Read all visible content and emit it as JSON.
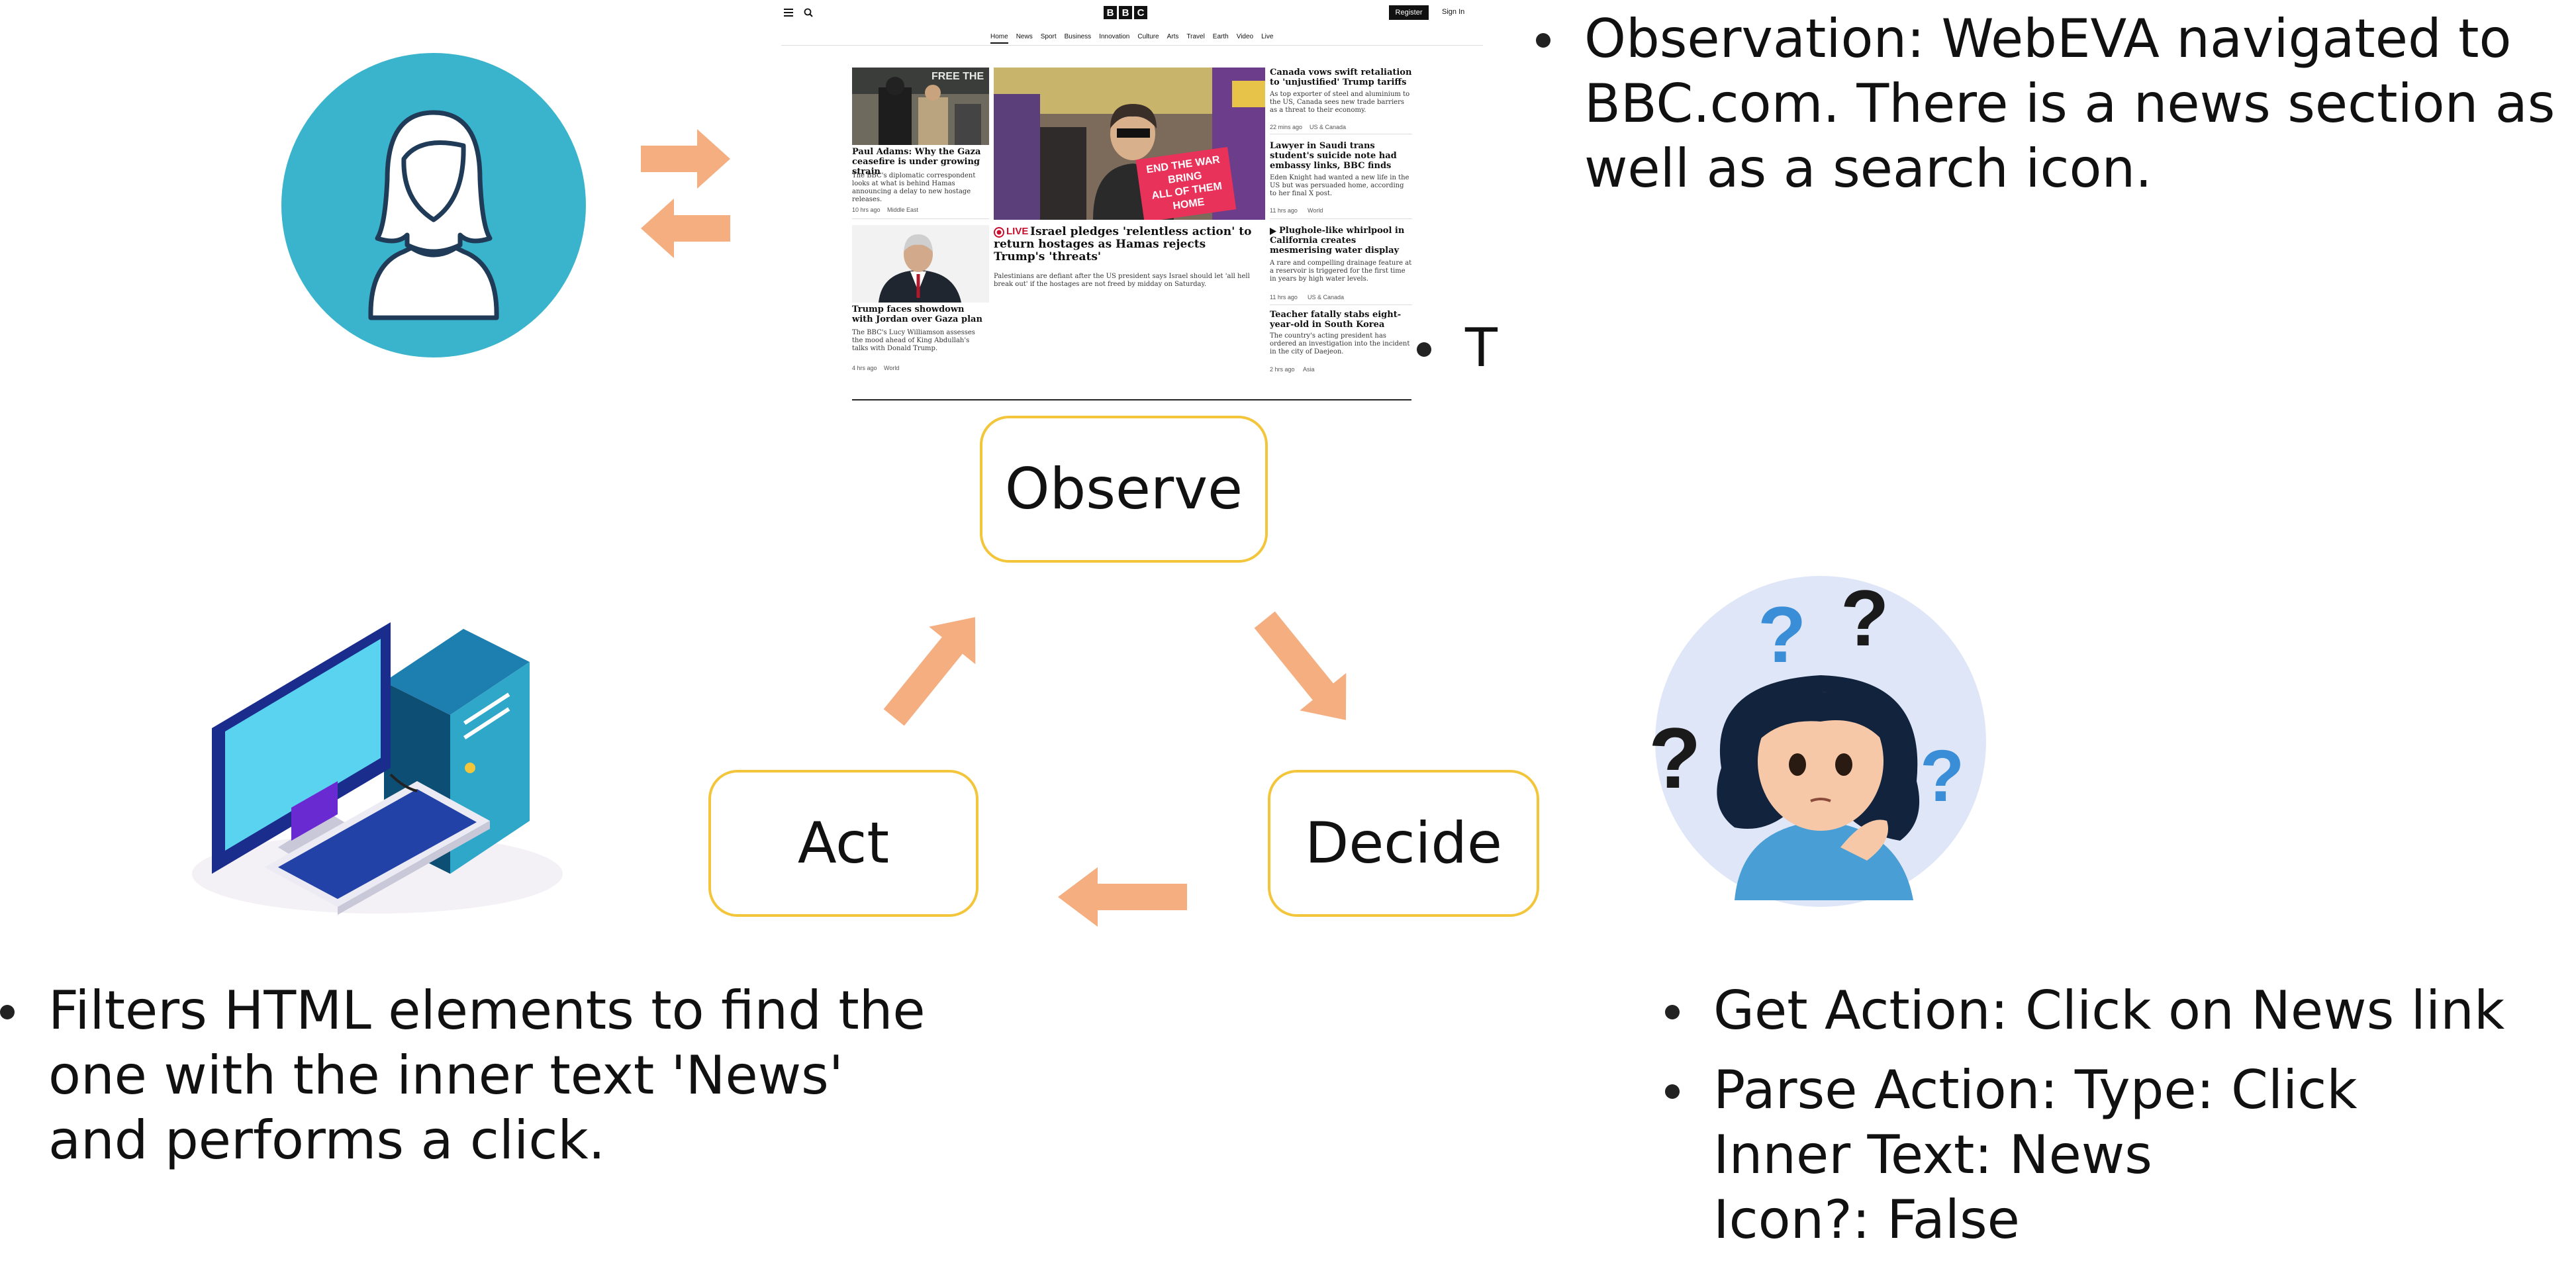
{
  "bbc": {
    "logo": [
      "B",
      "B",
      "C"
    ],
    "menu_icon": "hamburger-icon",
    "search_icon": "search-icon",
    "register_label": "Register",
    "signin_label": "Sign In",
    "nav": [
      "Home",
      "News",
      "Sport",
      "Business",
      "Innovation",
      "Culture",
      "Arts",
      "Travel",
      "Earth",
      "Video",
      "Live"
    ],
    "stories": {
      "gaza": {
        "title": "Paul Adams: Why the Gaza ceasefire is under growing strain",
        "desc": "The BBC's diplomatic correspondent looks at what is behind Hamas announcing a delay to new hostage releases.",
        "time": "10 hrs ago",
        "section": "Middle East"
      },
      "jordan": {
        "title": "Trump faces showdown with Jordan over Gaza plan",
        "desc": "The BBC's Lucy Williamson assesses the mood ahead of King Abdullah's talks with Donald Trump.",
        "time": "4 hrs ago",
        "section": "World"
      },
      "main": {
        "live_label": "LIVE",
        "title": "Israel pledges 'relentless action' to return hostages as Hamas rejects Trump's 'threats'",
        "desc": "Palestinians are defiant after the US president says Israel should let 'all hell break out' if the hostages are not freed by midday on Saturday."
      },
      "canada": {
        "title": "Canada vows swift retaliation to 'unjustified' Trump tariffs",
        "desc": "As top exporter of steel and aluminium to the US, Canada sees new trade barriers as a threat to their economy.",
        "time": "22 mins ago",
        "section": "US & Canada"
      },
      "saudi": {
        "title": "Lawyer in Saudi trans student's suicide note had embassy links, BBC finds",
        "desc": "Eden Knight had wanted a new life in the US but was persuaded home, according to her final X post.",
        "time": "11 hrs ago",
        "section": "World"
      },
      "plughole": {
        "title": "Plughole-like whirlpool in California creates mesmerising water display",
        "desc": "A rare and compelling drainage feature at a reservoir is triggered for the first time in years by high water levels.",
        "time": "11 hrs ago",
        "section": "US & Canada"
      },
      "teacher": {
        "title": "Teacher fatally stabs eight-year-old in South Korea",
        "desc": "The country's acting president has ordered an investigation into the incident in the city of Daejeon.",
        "time": "2 hrs ago",
        "section": "Asia"
      }
    },
    "photo_signs": {
      "red_sign": [
        "END THE WAR",
        "BRING",
        "ALL OF THEM",
        "HOME"
      ],
      "banner": "FREE THE"
    }
  },
  "cycle": {
    "observe": "Observe",
    "decide": "Decide",
    "act": "Act"
  },
  "observation_bullets": [
    "Observation: WebEVA navigated to BBC.com. There is a news section as well as a search icon.",
    "T"
  ],
  "act_bullets": [
    "Filters HTML elements to find the one with the inner text 'News' and performs a click."
  ],
  "decide_bullets": [
    "Get Action: Click on News link",
    "Parse Action: Type: Click\nInner Text: News\nIcon?: False"
  ],
  "colors": {
    "arrow": "#f4ae80",
    "box_border": "#f2c53a",
    "teal": "#3ab4cc",
    "bbc_live": "#c8102e"
  },
  "icons": {
    "user": "woman-user-icon",
    "computer": "desktop-computer-icon",
    "thinking": "thinking-woman-icon"
  }
}
